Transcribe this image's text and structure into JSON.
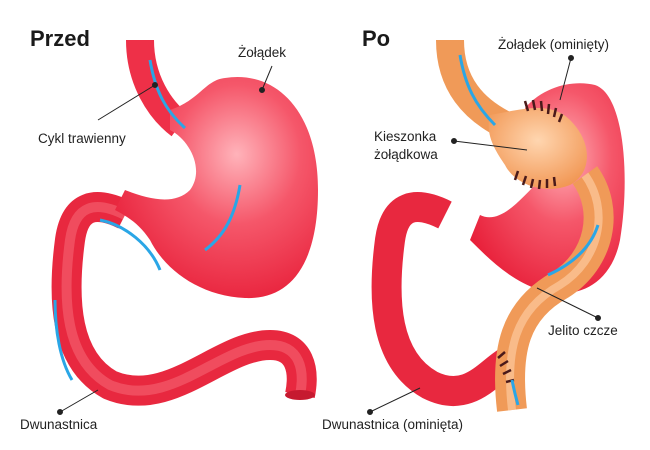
{
  "before": {
    "title": "Przed",
    "labels": {
      "stomach": "Żołądek",
      "digestive_flow": "Cykl trawienny",
      "duodenum": "Dwunastnica"
    }
  },
  "after": {
    "title": "Po",
    "labels": {
      "stomach_bypassed": "Żołądek (ominięty)",
      "gastric_pouch_line1": "Kieszonka",
      "gastric_pouch_line2": "żołądkowa",
      "jejunum": "Jelito czcze",
      "duodenum_bypassed": "Dwunastnica (ominięta)"
    }
  },
  "colors": {
    "stomach": "#f0384e",
    "pouch": "#f5a467",
    "flow_arrow": "#2aa6e6",
    "staples": "#4a1a1a"
  }
}
